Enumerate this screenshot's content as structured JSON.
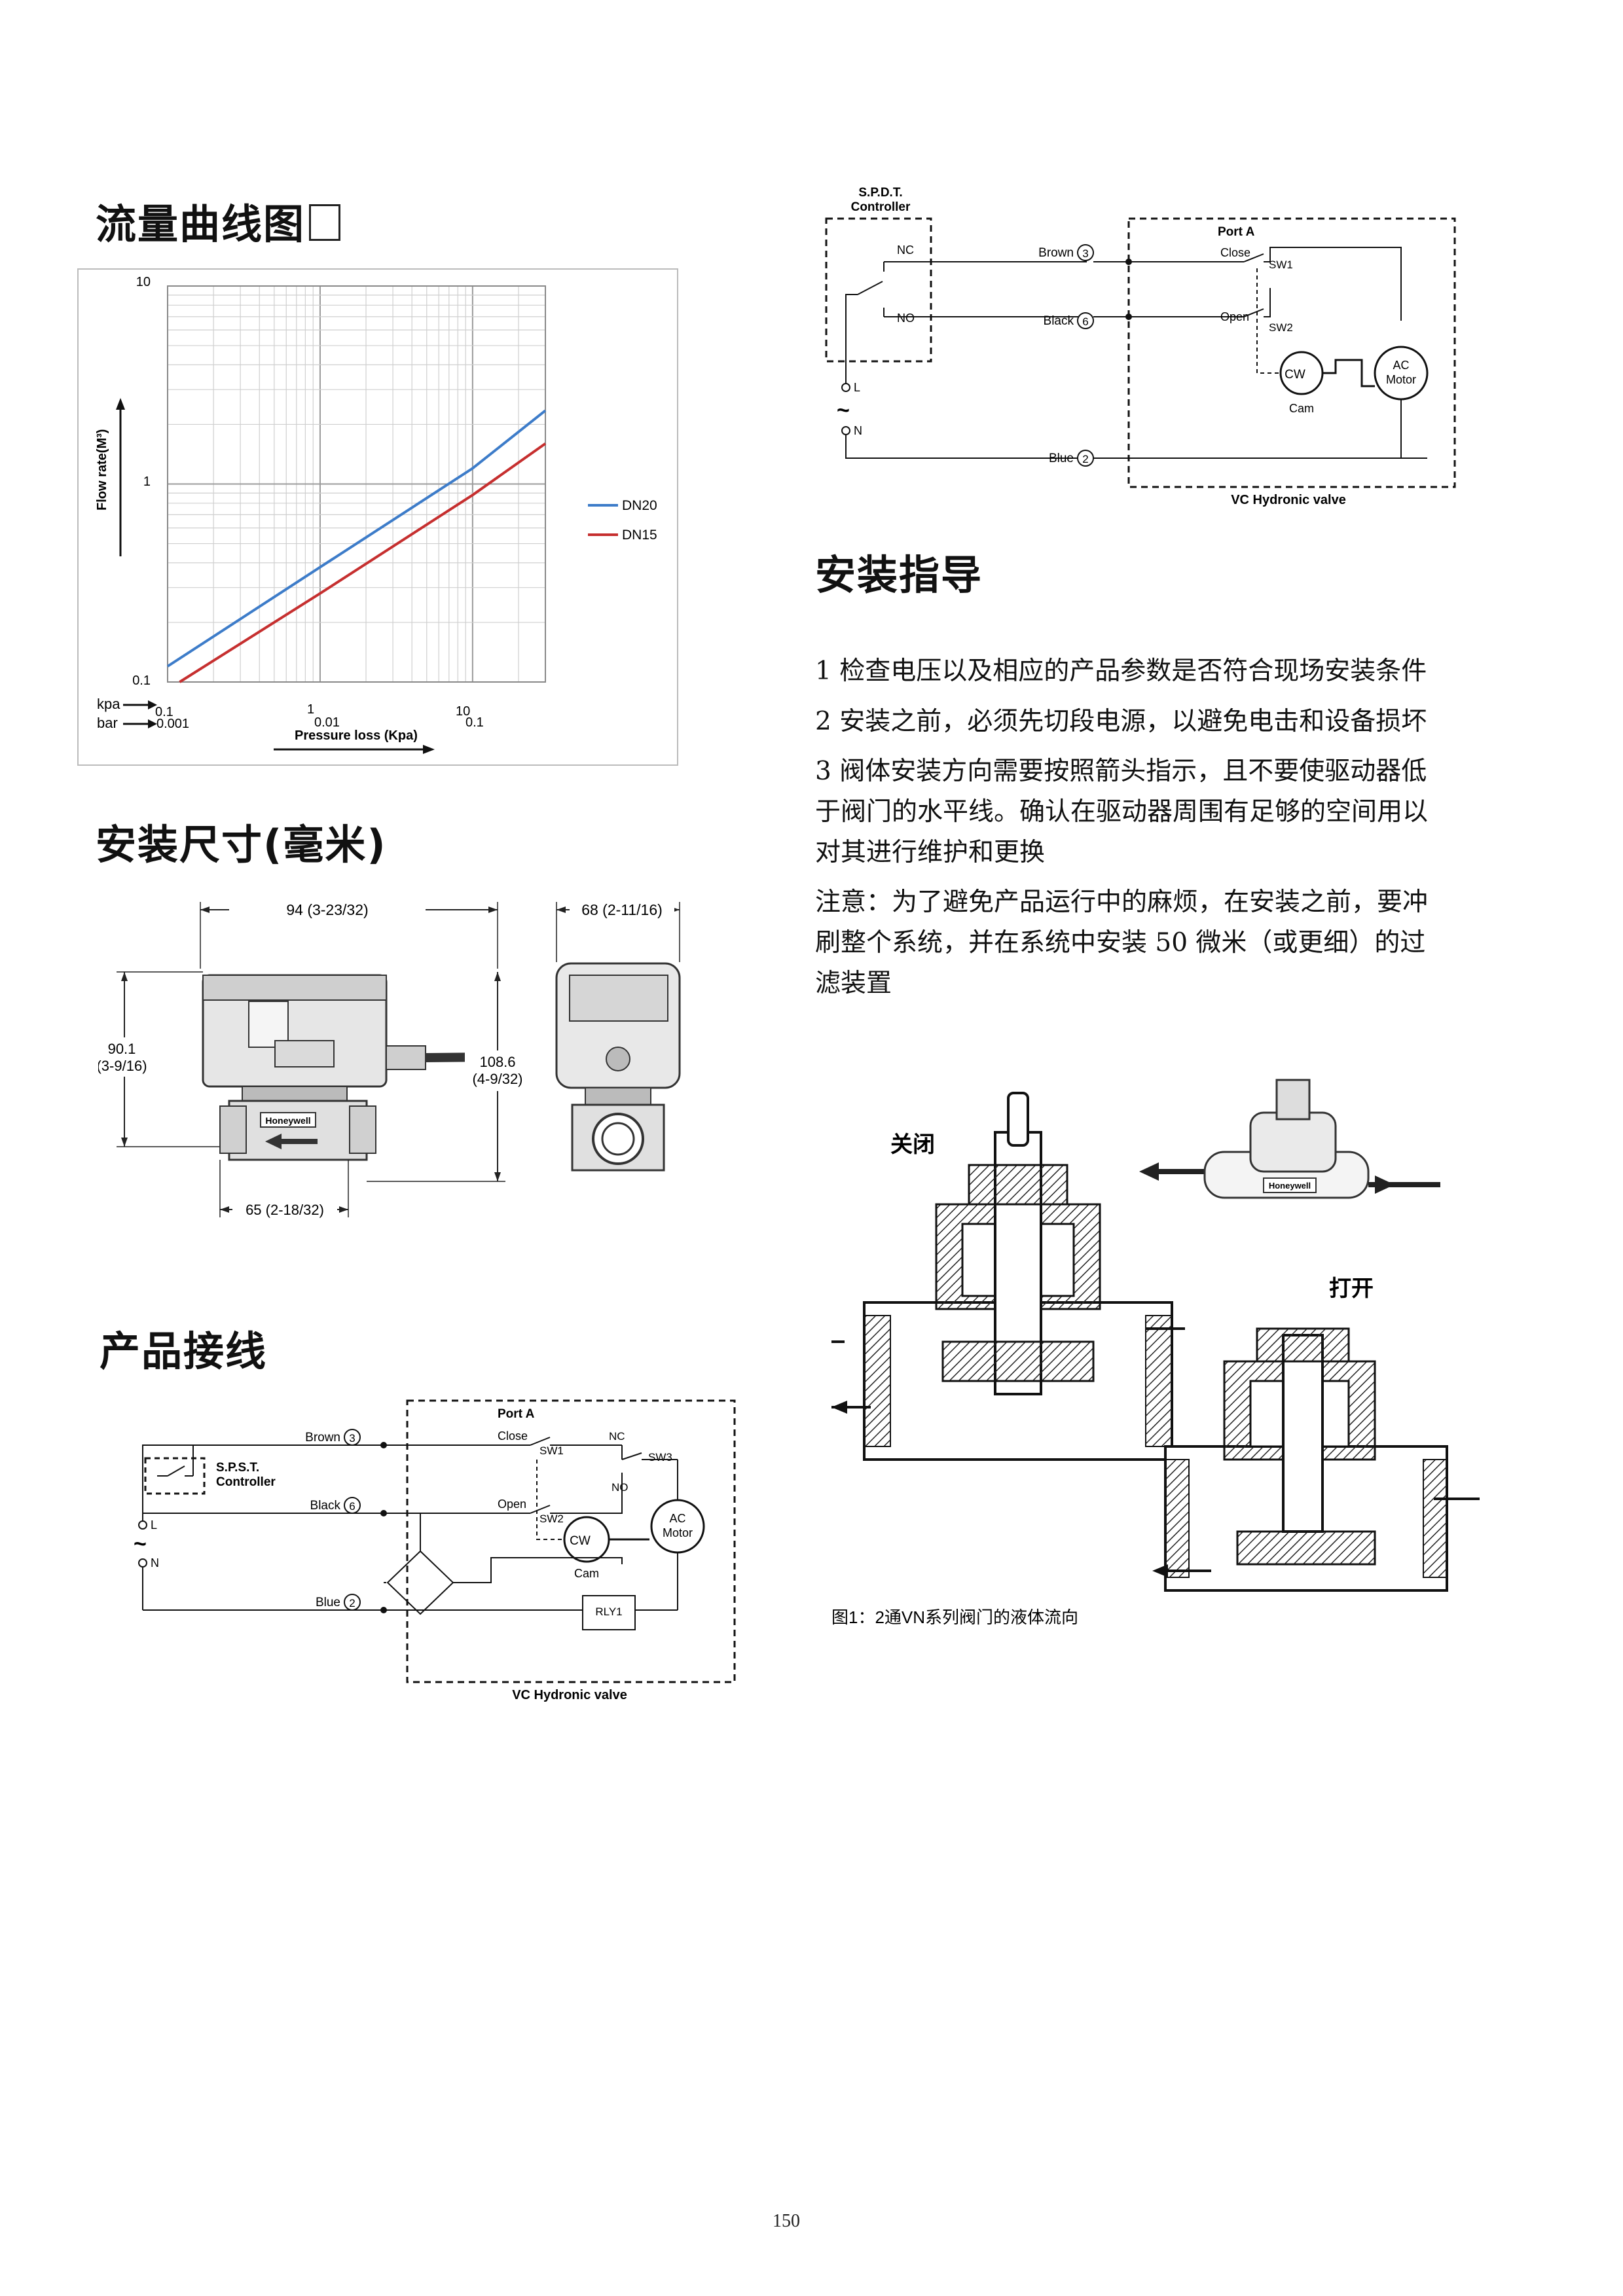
{
  "sections": {
    "flow_title": "流量曲线图",
    "dim_title": "安装尺寸(毫米)",
    "wiring_title": "产品接线",
    "install_title": "安装指导"
  },
  "chart_data": {
    "type": "line",
    "x_scale": "log",
    "y_scale": "log",
    "xlim": [
      0.1,
      30
    ],
    "ylim": [
      0.1,
      10
    ],
    "y_ticks": [
      "10",
      "1",
      "0.1"
    ],
    "kpa_label": "kpa",
    "bar_label": "bar",
    "x_ticks_kpa": [
      "0.1",
      "1",
      "10"
    ],
    "x_ticks_bar": [
      "0.001",
      "0.01",
      "0.1"
    ],
    "xlabel": "Pressure loss (Kpa)",
    "ylabel": "Flow rate(M³)",
    "grid": true,
    "legend": "right",
    "series": [
      {
        "name": "DN20",
        "color": "#3d7cc9",
        "x": [
          0.1,
          1,
          10,
          30
        ],
        "y": [
          0.12,
          0.38,
          1.2,
          2.35
        ]
      },
      {
        "name": "DN15",
        "color": "#c62f2f",
        "x": [
          0.12,
          1,
          10,
          30
        ],
        "y": [
          0.1,
          0.28,
          0.88,
          1.6
        ]
      }
    ]
  },
  "dimensions": {
    "width_top": "94 (3-23/32)",
    "height_left_mm": "90.1",
    "height_left_in": "(3-9/16)",
    "height_right_mm": "108.6",
    "height_right_in": "(4-9/32)",
    "width_bottom": "65 (2-18/32)",
    "side_width": "68 (2-11/16)",
    "brand": "Honeywell"
  },
  "wiring_bottom": {
    "brown": "Brown",
    "num3": "3",
    "black": "Black",
    "num6": "6",
    "blue": "Blue",
    "num2": "2",
    "controller_l1": "S.P.S.T.",
    "controller_l2": "Controller",
    "port": "Port A",
    "close": "Close",
    "open": "Open",
    "sw1": "SW1",
    "sw2": "SW2",
    "sw3": "SW3",
    "nc": "NC",
    "no": "NO",
    "cw": "CW",
    "cam": "Cam",
    "ac": "AC",
    "motor": "Motor",
    "rly": "RLY1",
    "l": "L",
    "n": "N",
    "tilde": "~",
    "valve": "VC Hydronic valve"
  },
  "wiring_top": {
    "controller_l1": "S.P.D.T.",
    "controller_l2": "Controller",
    "nc": "NC",
    "no": "NO",
    "brown": "Brown",
    "num3": "3",
    "black": "Black",
    "num6": "6",
    "blue": "Blue",
    "num2": "2",
    "port": "Port A",
    "close": "Close",
    "open": "Open",
    "sw1": "SW1",
    "sw2": "SW2",
    "cw": "CW",
    "cam": "Cam",
    "ac": "AC",
    "motor": "Motor",
    "l": "L",
    "n": "N",
    "tilde": "~",
    "valve": "VC Hydronic valve"
  },
  "install": {
    "p1": "1 检查电压以及相应的产品参数是否符合现场安装条件",
    "p2": "2 安装之前，必须先切段电源，以避免电击和设备损坏",
    "p3_l1": "3 阀体安装方向需要按照箭头指示，且不要使驱动器低",
    "p3_l2": "于阀门的水平线。确认在驱动器周围有足够的空间用以",
    "p3_l3": "对其进行维护和更换",
    "note_l1": "注意：为了避免产品运行中的麻烦，在安装之前，要冲",
    "note_l2": "刷整个系统，并在系统中安装 50 微米（或更细）的过",
    "note_l3": "滤装置"
  },
  "valve_figure": {
    "closed": "关闭",
    "open": "打开",
    "caption": "图1：2通VN系列阀门的液体流向",
    "brand": "Honeywell"
  },
  "page_number": "150"
}
